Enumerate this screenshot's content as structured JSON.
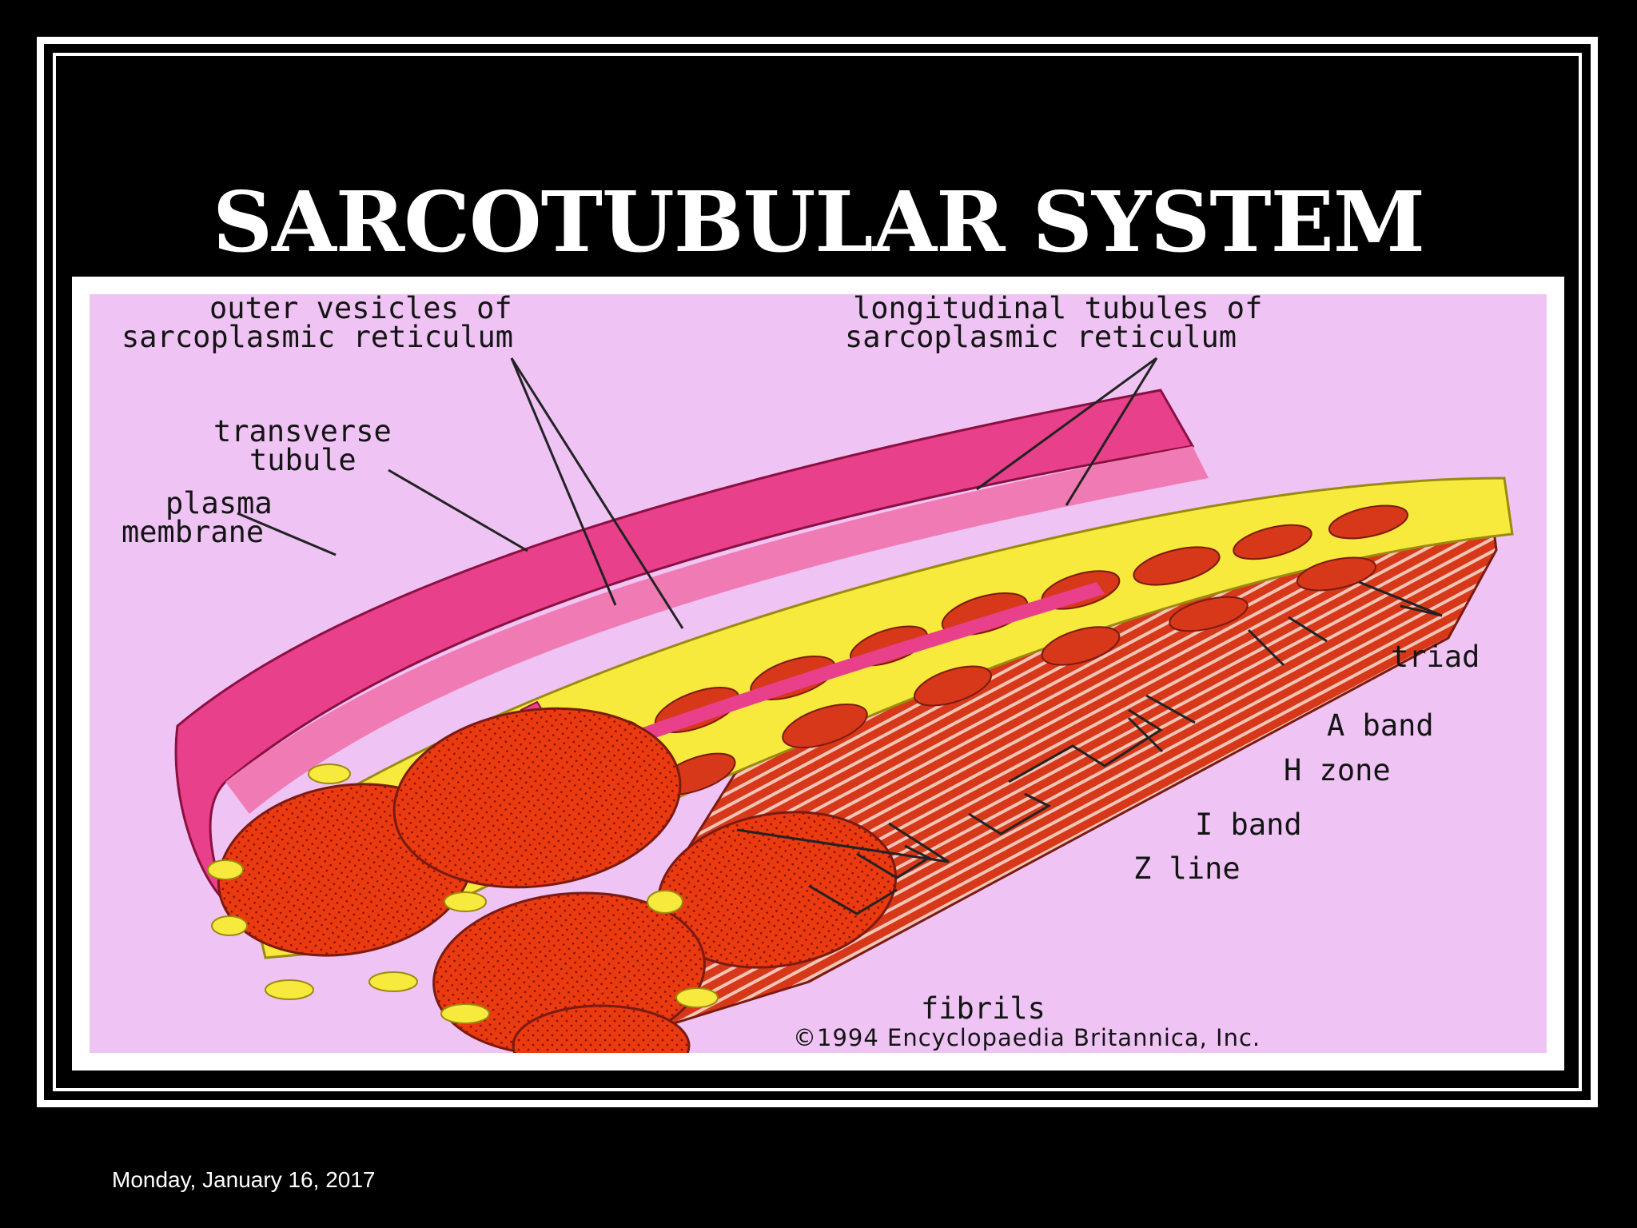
{
  "slide": {
    "title": "SARCOTUBULAR SYSTEM",
    "date": "Monday, January 16, 2017"
  },
  "diagram": {
    "labels": {
      "outer_vesicles_1": "outer vesicles of",
      "outer_vesicles_2": "sarcoplasmic reticulum",
      "longitudinal_1": "longitudinal tubules of",
      "longitudinal_2": "sarcoplasmic reticulum",
      "transverse_1": "transverse",
      "transverse_2": "tubule",
      "plasma_1": "plasma",
      "plasma_2": "membrane",
      "triad": "triad",
      "a_band": "A band",
      "h_zone": "H zone",
      "i_band": "I band",
      "z_line": "Z line",
      "fibrils": "fibrils",
      "copyright": "©1994 Encyclopaedia Britannica, Inc."
    }
  },
  "colors": {
    "background": "#000000",
    "frame": "#ffffff",
    "figure_bg": "#efc4f5",
    "membrane": "#e8408a",
    "reticulum": "#f7ea3c",
    "fibril": "#ea3a10"
  }
}
